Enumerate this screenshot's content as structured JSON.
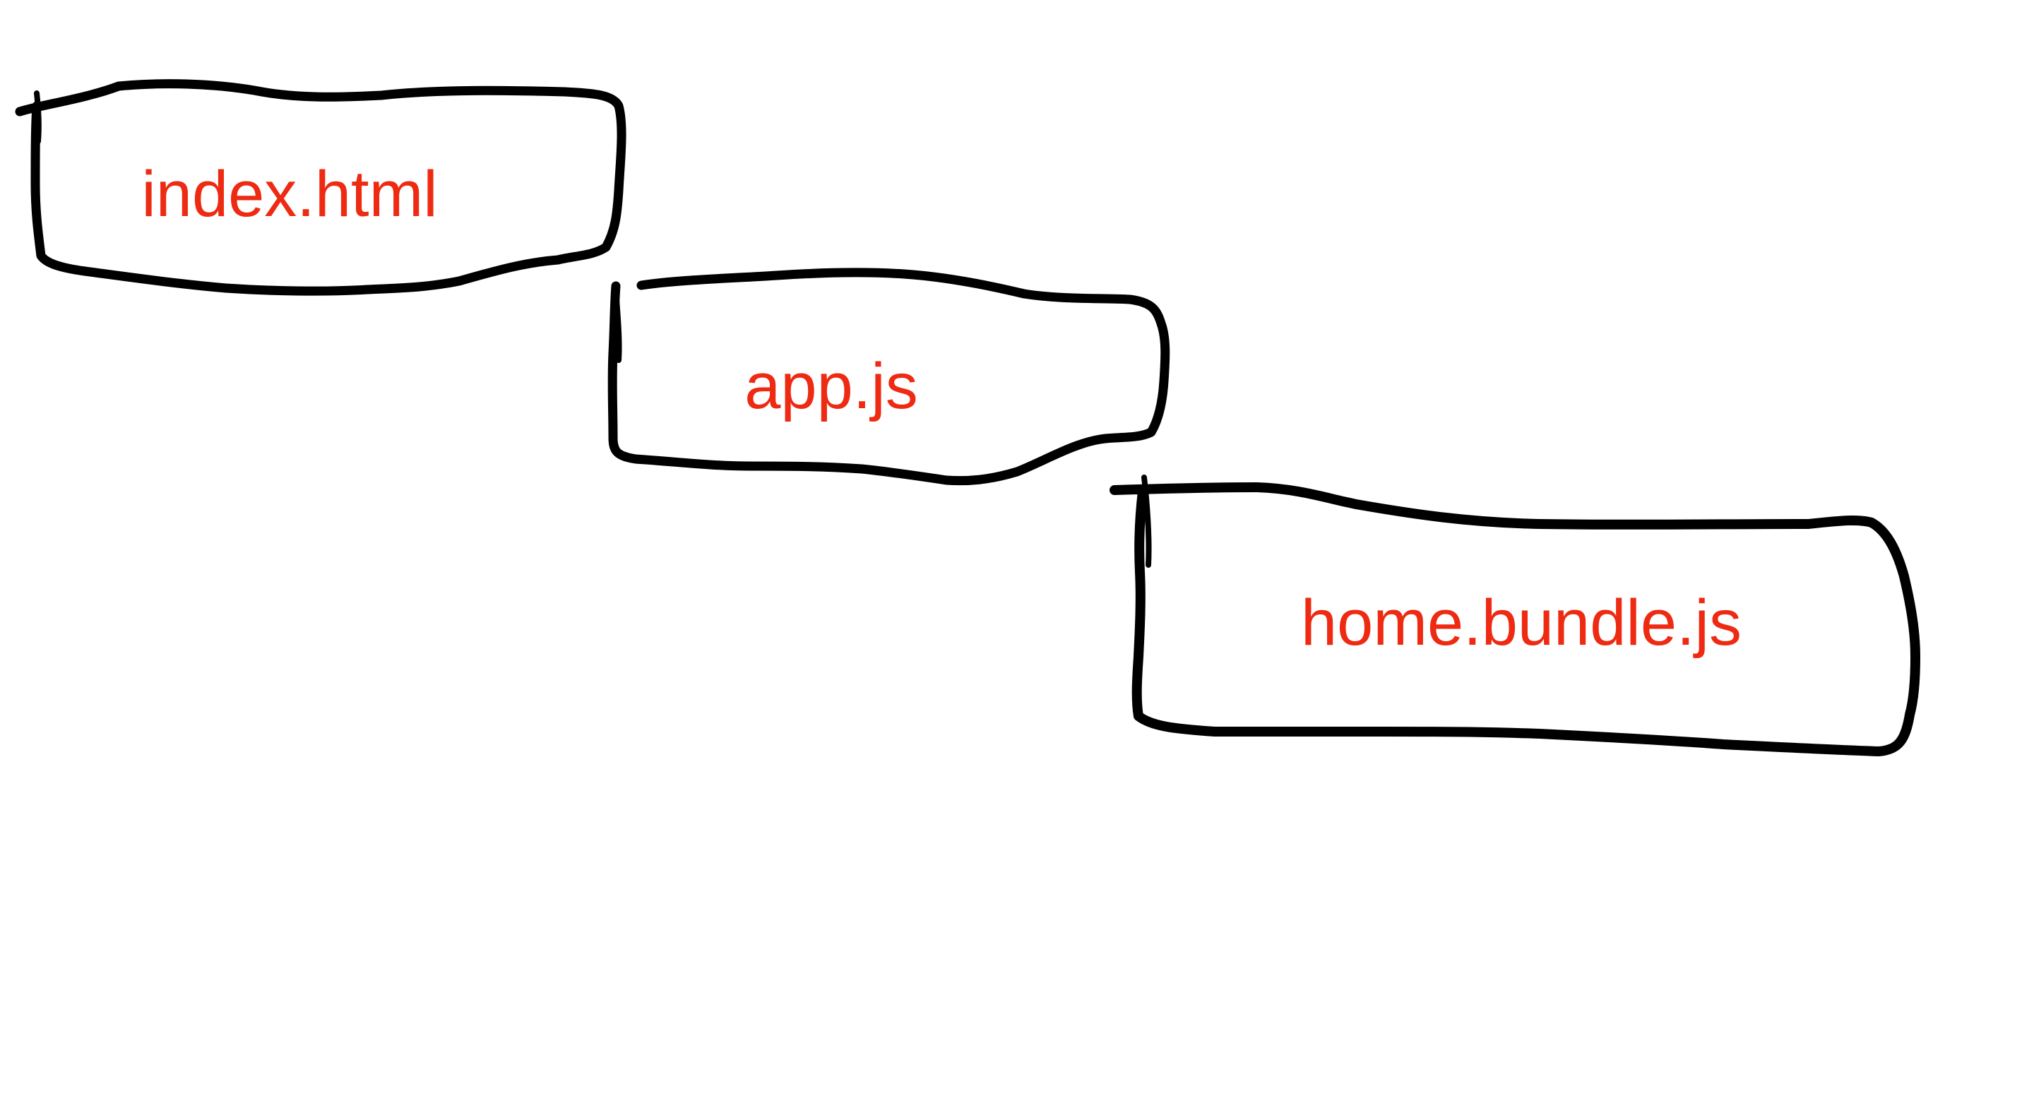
{
  "colors": {
    "label": "#ee2a12",
    "stroke": "#000000",
    "background": "#ffffff"
  },
  "diagram": {
    "nodes": [
      {
        "id": "index",
        "label": "index.html"
      },
      {
        "id": "app",
        "label": "app.js"
      },
      {
        "id": "home",
        "label": "home.bundle.js"
      }
    ]
  }
}
